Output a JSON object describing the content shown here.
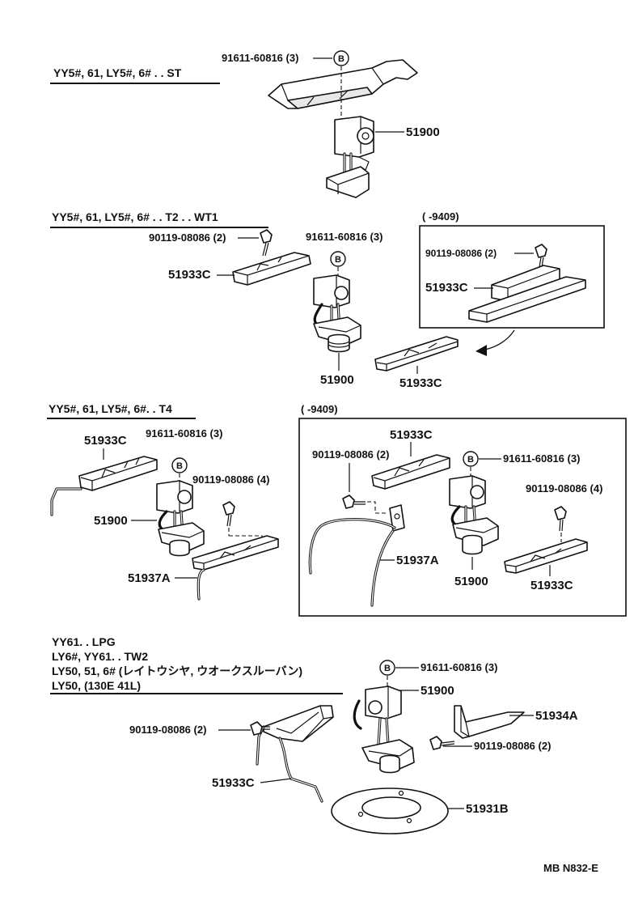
{
  "sections": {
    "s1": {
      "title": "YY5#, 61, LY5#, 6# . . ST",
      "bolt": "91611-60816 (3)",
      "badge": "B",
      "hook": "51900"
    },
    "s2": {
      "title": "YY5#, 61, LY5#, 6# . . T2 . . WT1",
      "screw": "90119-08086 (2)",
      "carrier": "51933C",
      "bolt": "91611-60816 (3)",
      "badge": "B",
      "hook": "51900",
      "carrier_lower": "51933C",
      "inset": {
        "title": "(        -9409)",
        "screw": "90119-08086 (2)",
        "carrier": "51933C"
      }
    },
    "s3": {
      "title": "YY5#, 61, LY5#, 6#. . T4",
      "carrier": "51933C",
      "bolt": "91611-60816 (3)",
      "badge": "B",
      "screw": "90119-08086 (4)",
      "hook": "51900",
      "wire": "51937A",
      "inset": {
        "title": "(        -9409)",
        "carrier": "51933C",
        "screw2": "90119-08086 (2)",
        "badge": "B",
        "bolt": "91611-60816 (3)",
        "screw4": "90119-08086 (4)",
        "wire": "51937A",
        "hook": "51900",
        "carrier_lower": "51933C"
      }
    },
    "s4": {
      "titles": [
        "YY61. . LPG",
        "LY6#, YY61. . TW2",
        "LY50, 51, 6# (レイトウシヤ, ウオークスルーバン)",
        "LY50, (130E  41L)"
      ],
      "badge": "B",
      "bolt": "91611-60816 (3)",
      "hook": "51900",
      "bracket": "51934A",
      "screw_left": "90119-08086 (2)",
      "screw_right": "90119-08086 (2)",
      "carrier": "51933C",
      "plate": "51931B"
    }
  },
  "footer": {
    "code": "MB  N832-E"
  }
}
